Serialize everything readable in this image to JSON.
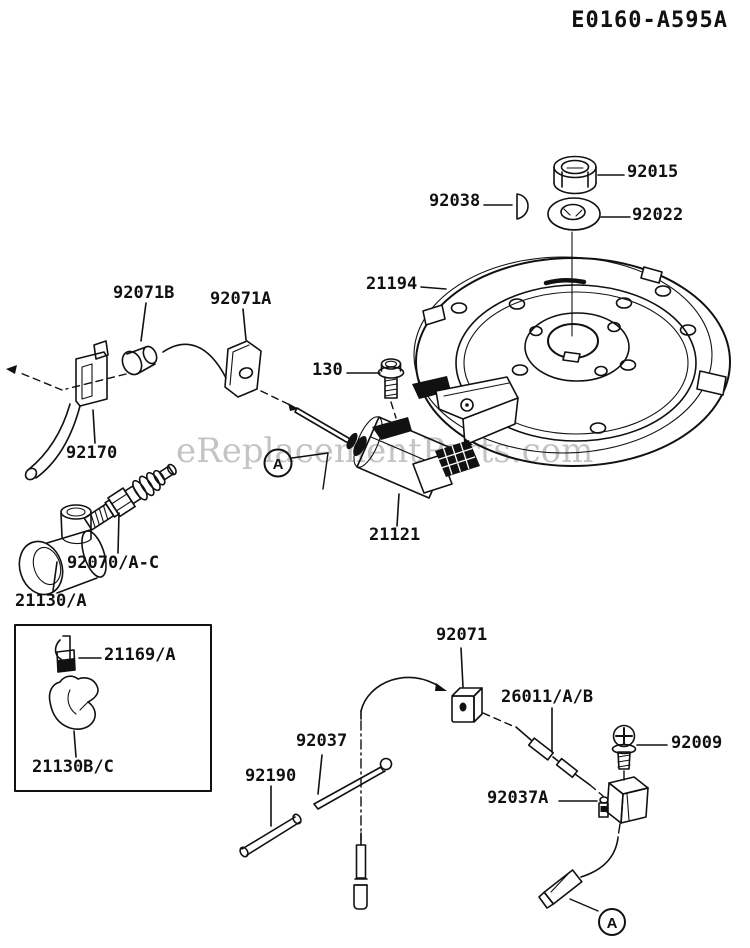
{
  "drawing_code": "E0160-A595A",
  "watermark": "eReplacementParts.com",
  "callout_letter": "A",
  "labels": {
    "l21194": "21194",
    "l92015": "92015",
    "l92038": "92038",
    "l92022": "92022",
    "l92071b": "92071B",
    "l92071a": "92071A",
    "l130": "130",
    "l92170": "92170",
    "l21121": "21121",
    "l92070": "92070/A-C",
    "l21130a": "21130/A",
    "l21169": "21169/A",
    "l21130bc": "21130B/C",
    "l92071": "92071",
    "l26011": "26011/A/B",
    "l92009": "92009",
    "l92037": "92037",
    "l92190": "92190",
    "l92037a": "92037A"
  }
}
